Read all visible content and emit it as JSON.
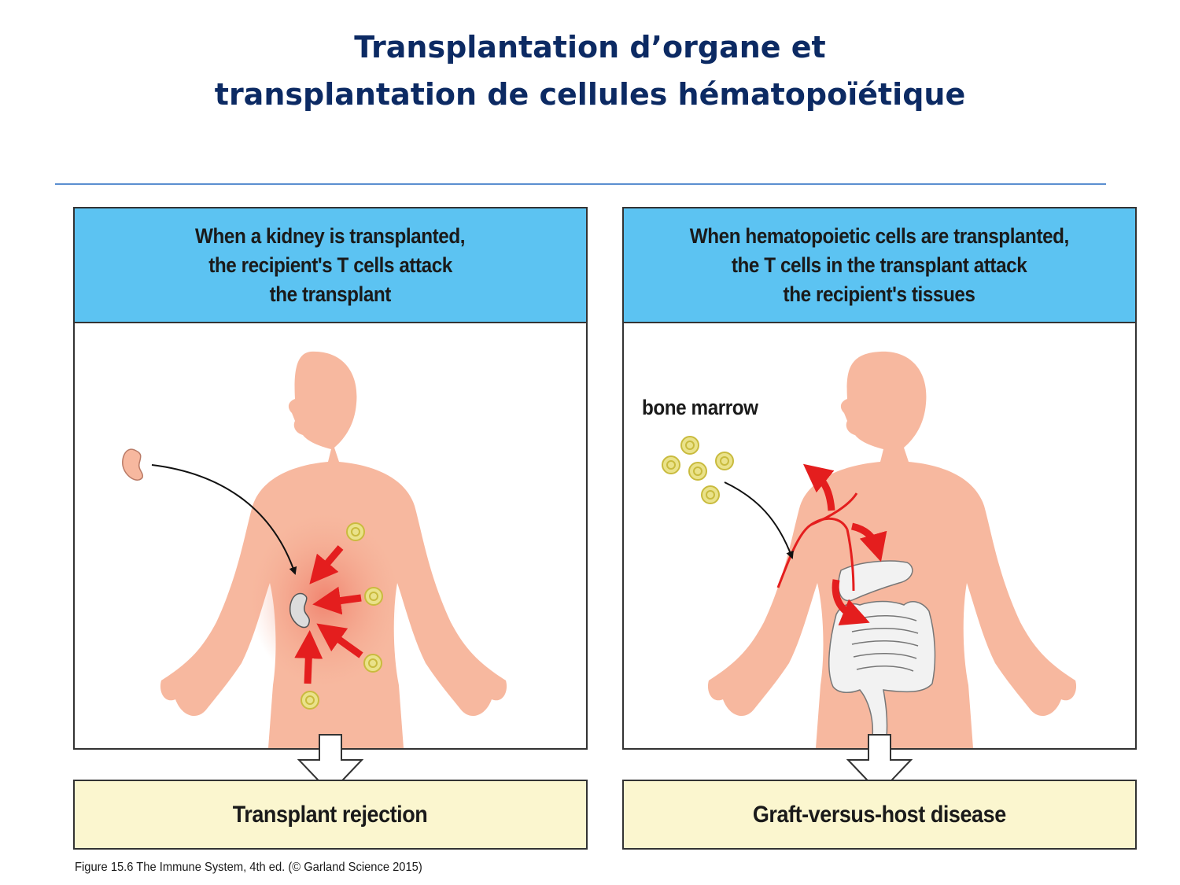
{
  "slide": {
    "title_line1": "Transplantation d’organe et",
    "title_line2": "transplantation de cellules hématopoïétique"
  },
  "panels": [
    {
      "header_lines": [
        "When a kidney is transplanted,",
        "the recipient's T cells attack",
        "the transplant"
      ],
      "outcome": "Transplant rejection"
    },
    {
      "header_lines": [
        "When hematopoietic cells are transplanted,",
        "the T cells in the transplant attack",
        "the recipient's tissues"
      ],
      "outcome": "Graft-versus-host disease",
      "label_bone_marrow": "bone marrow"
    }
  ],
  "caption": "Figure 15.6 The Immune System, 4th ed. (© Garland Science 2015)",
  "colors": {
    "title": "#0c2a63",
    "header_fill": "#5cc3f2",
    "outcome_fill": "#fbf6cf",
    "skin": "#f7b89f",
    "arrow_red": "#e41e1e",
    "t_cell": "#eae28a"
  }
}
